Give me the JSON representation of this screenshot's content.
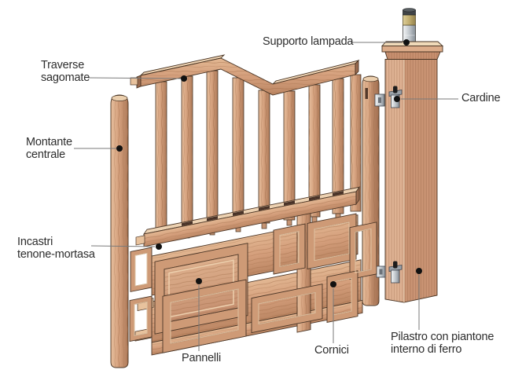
{
  "diagram": {
    "background": "#ffffff",
    "labels": {
      "traverse_sagomate": {
        "line1": "Traverse",
        "line2": "sagomate"
      },
      "montante_centrale": {
        "line1": "Montante",
        "line2": "centrale"
      },
      "supporto_lampada": {
        "line1": "Supporto lampada",
        "line2": ""
      },
      "cardine": {
        "line1": "Cardine",
        "line2": ""
      },
      "incastri_tenone_mortasa": {
        "line1": "Incastri",
        "line2": "tenone-mortasa"
      },
      "pannelli": {
        "line1": "Pannelli",
        "line2": ""
      },
      "cornici": {
        "line1": "Cornici",
        "line2": ""
      },
      "pilastro": {
        "line1": "Pilastro con piantone",
        "line2": "interno di ferro"
      }
    },
    "colors": {
      "wood_light": "#E8C29D",
      "wood_mid": "#D49E7B",
      "wood_dark": "#B37E5D",
      "wood_deep": "#9A6A4E",
      "outline": "#463222",
      "metal_light": "#F2F4F5",
      "metal_dark": "#868E96",
      "brass": "#C2AE70",
      "leader_line": "#7a7a7a",
      "label_dot": "#111111",
      "text": "#2d2d2d"
    }
  }
}
